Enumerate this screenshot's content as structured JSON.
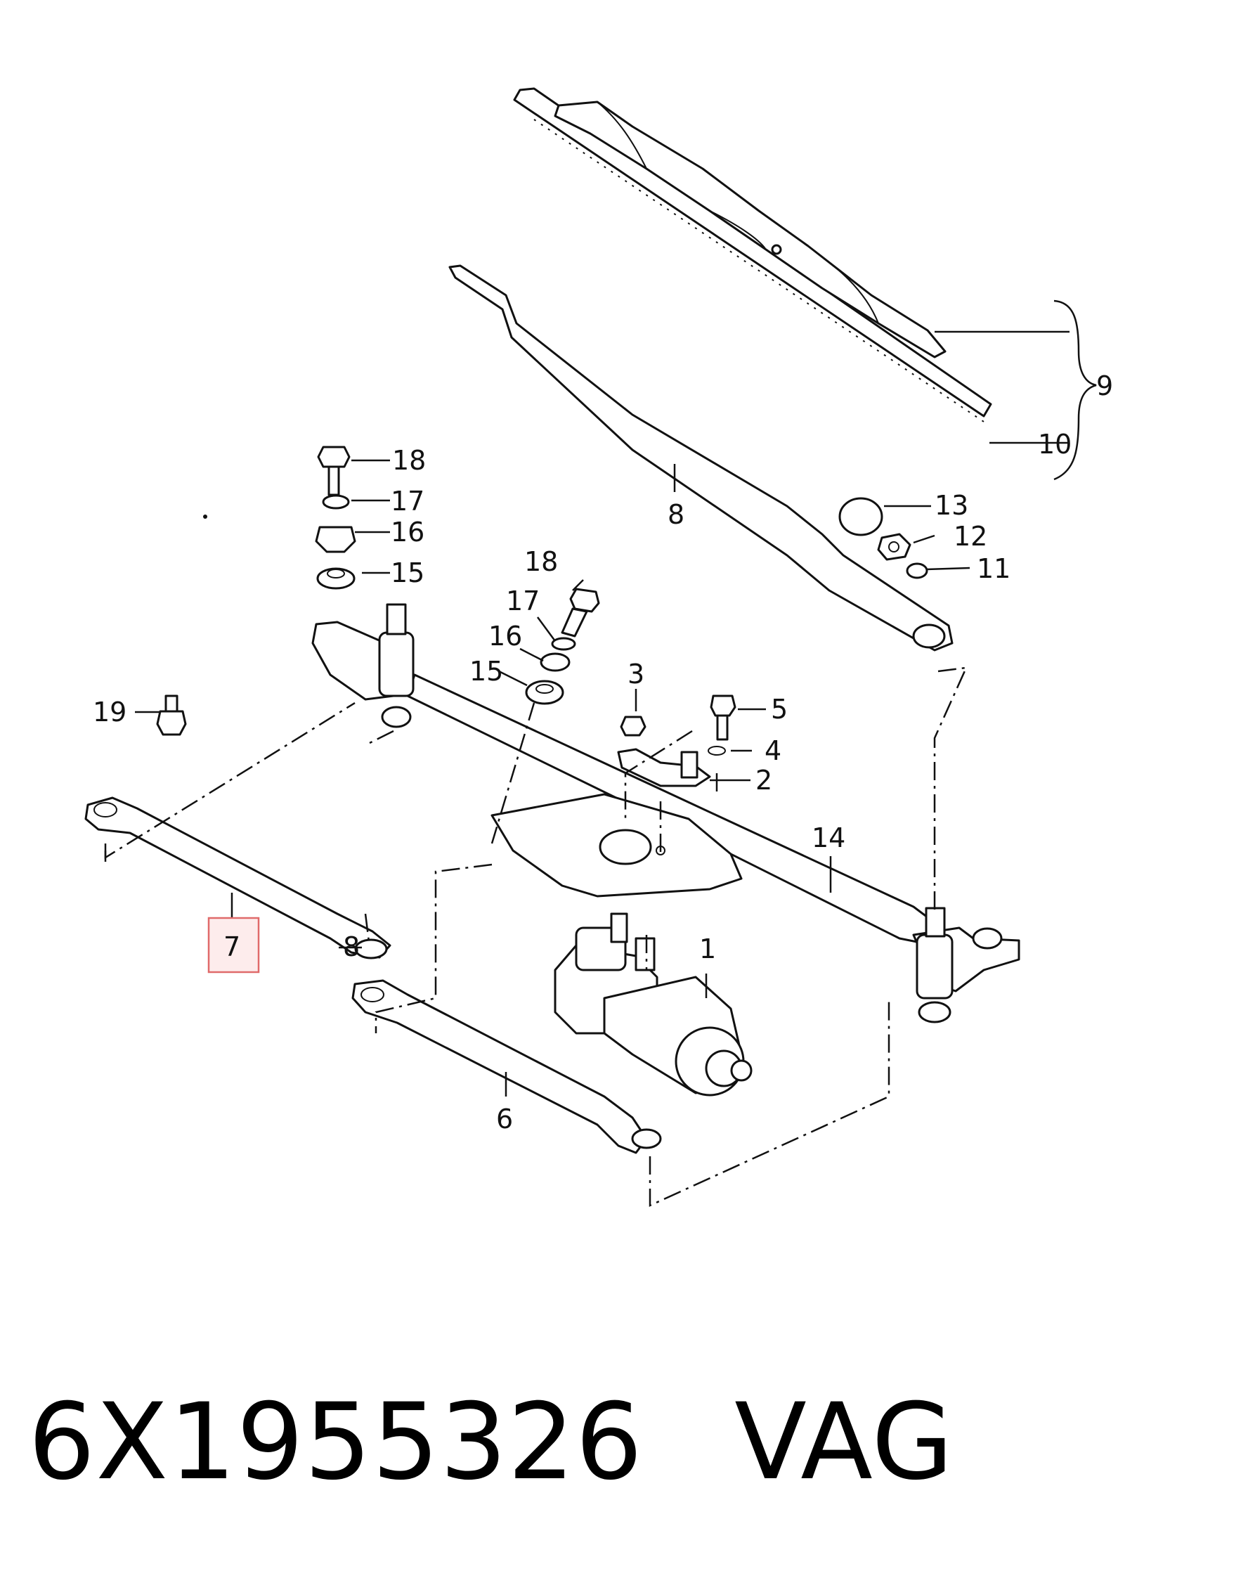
{
  "callouts": {
    "c1": "1",
    "c2": "2",
    "c3": "3",
    "c4": "4",
    "c5": "5",
    "c6": "6",
    "c7": "7",
    "c8a": "8",
    "c8b": "8",
    "c9": "9",
    "c10": "10",
    "c11": "11",
    "c12": "12",
    "c13": "13",
    "c14": "14",
    "c15a": "15",
    "c15b": "15",
    "c16a": "16",
    "c16b": "16",
    "c17a": "17",
    "c17b": "17",
    "c18a": "18",
    "c18b": "18",
    "c19": "19"
  },
  "highlight": {
    "label": "7",
    "color": "#e06a6a"
  },
  "caption": {
    "part_number": "6X1955326",
    "brand": "VAG"
  }
}
